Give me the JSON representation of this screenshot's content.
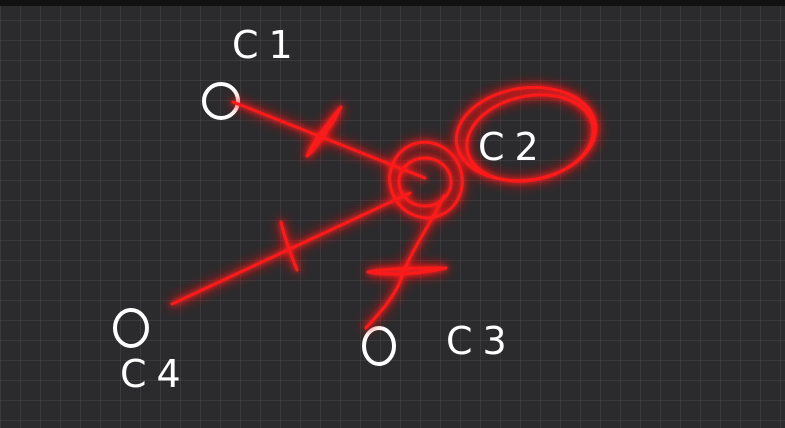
{
  "diagram": {
    "nodes": [
      {
        "id": "c1",
        "label": "C1"
      },
      {
        "id": "c2",
        "label": "C2"
      },
      {
        "id": "c3",
        "label": "C3"
      },
      {
        "id": "c4",
        "label": "C4"
      }
    ],
    "colors": {
      "background": "#2b2b2d",
      "ink": "#ffffff",
      "highlight": "#ff1a1a"
    }
  }
}
